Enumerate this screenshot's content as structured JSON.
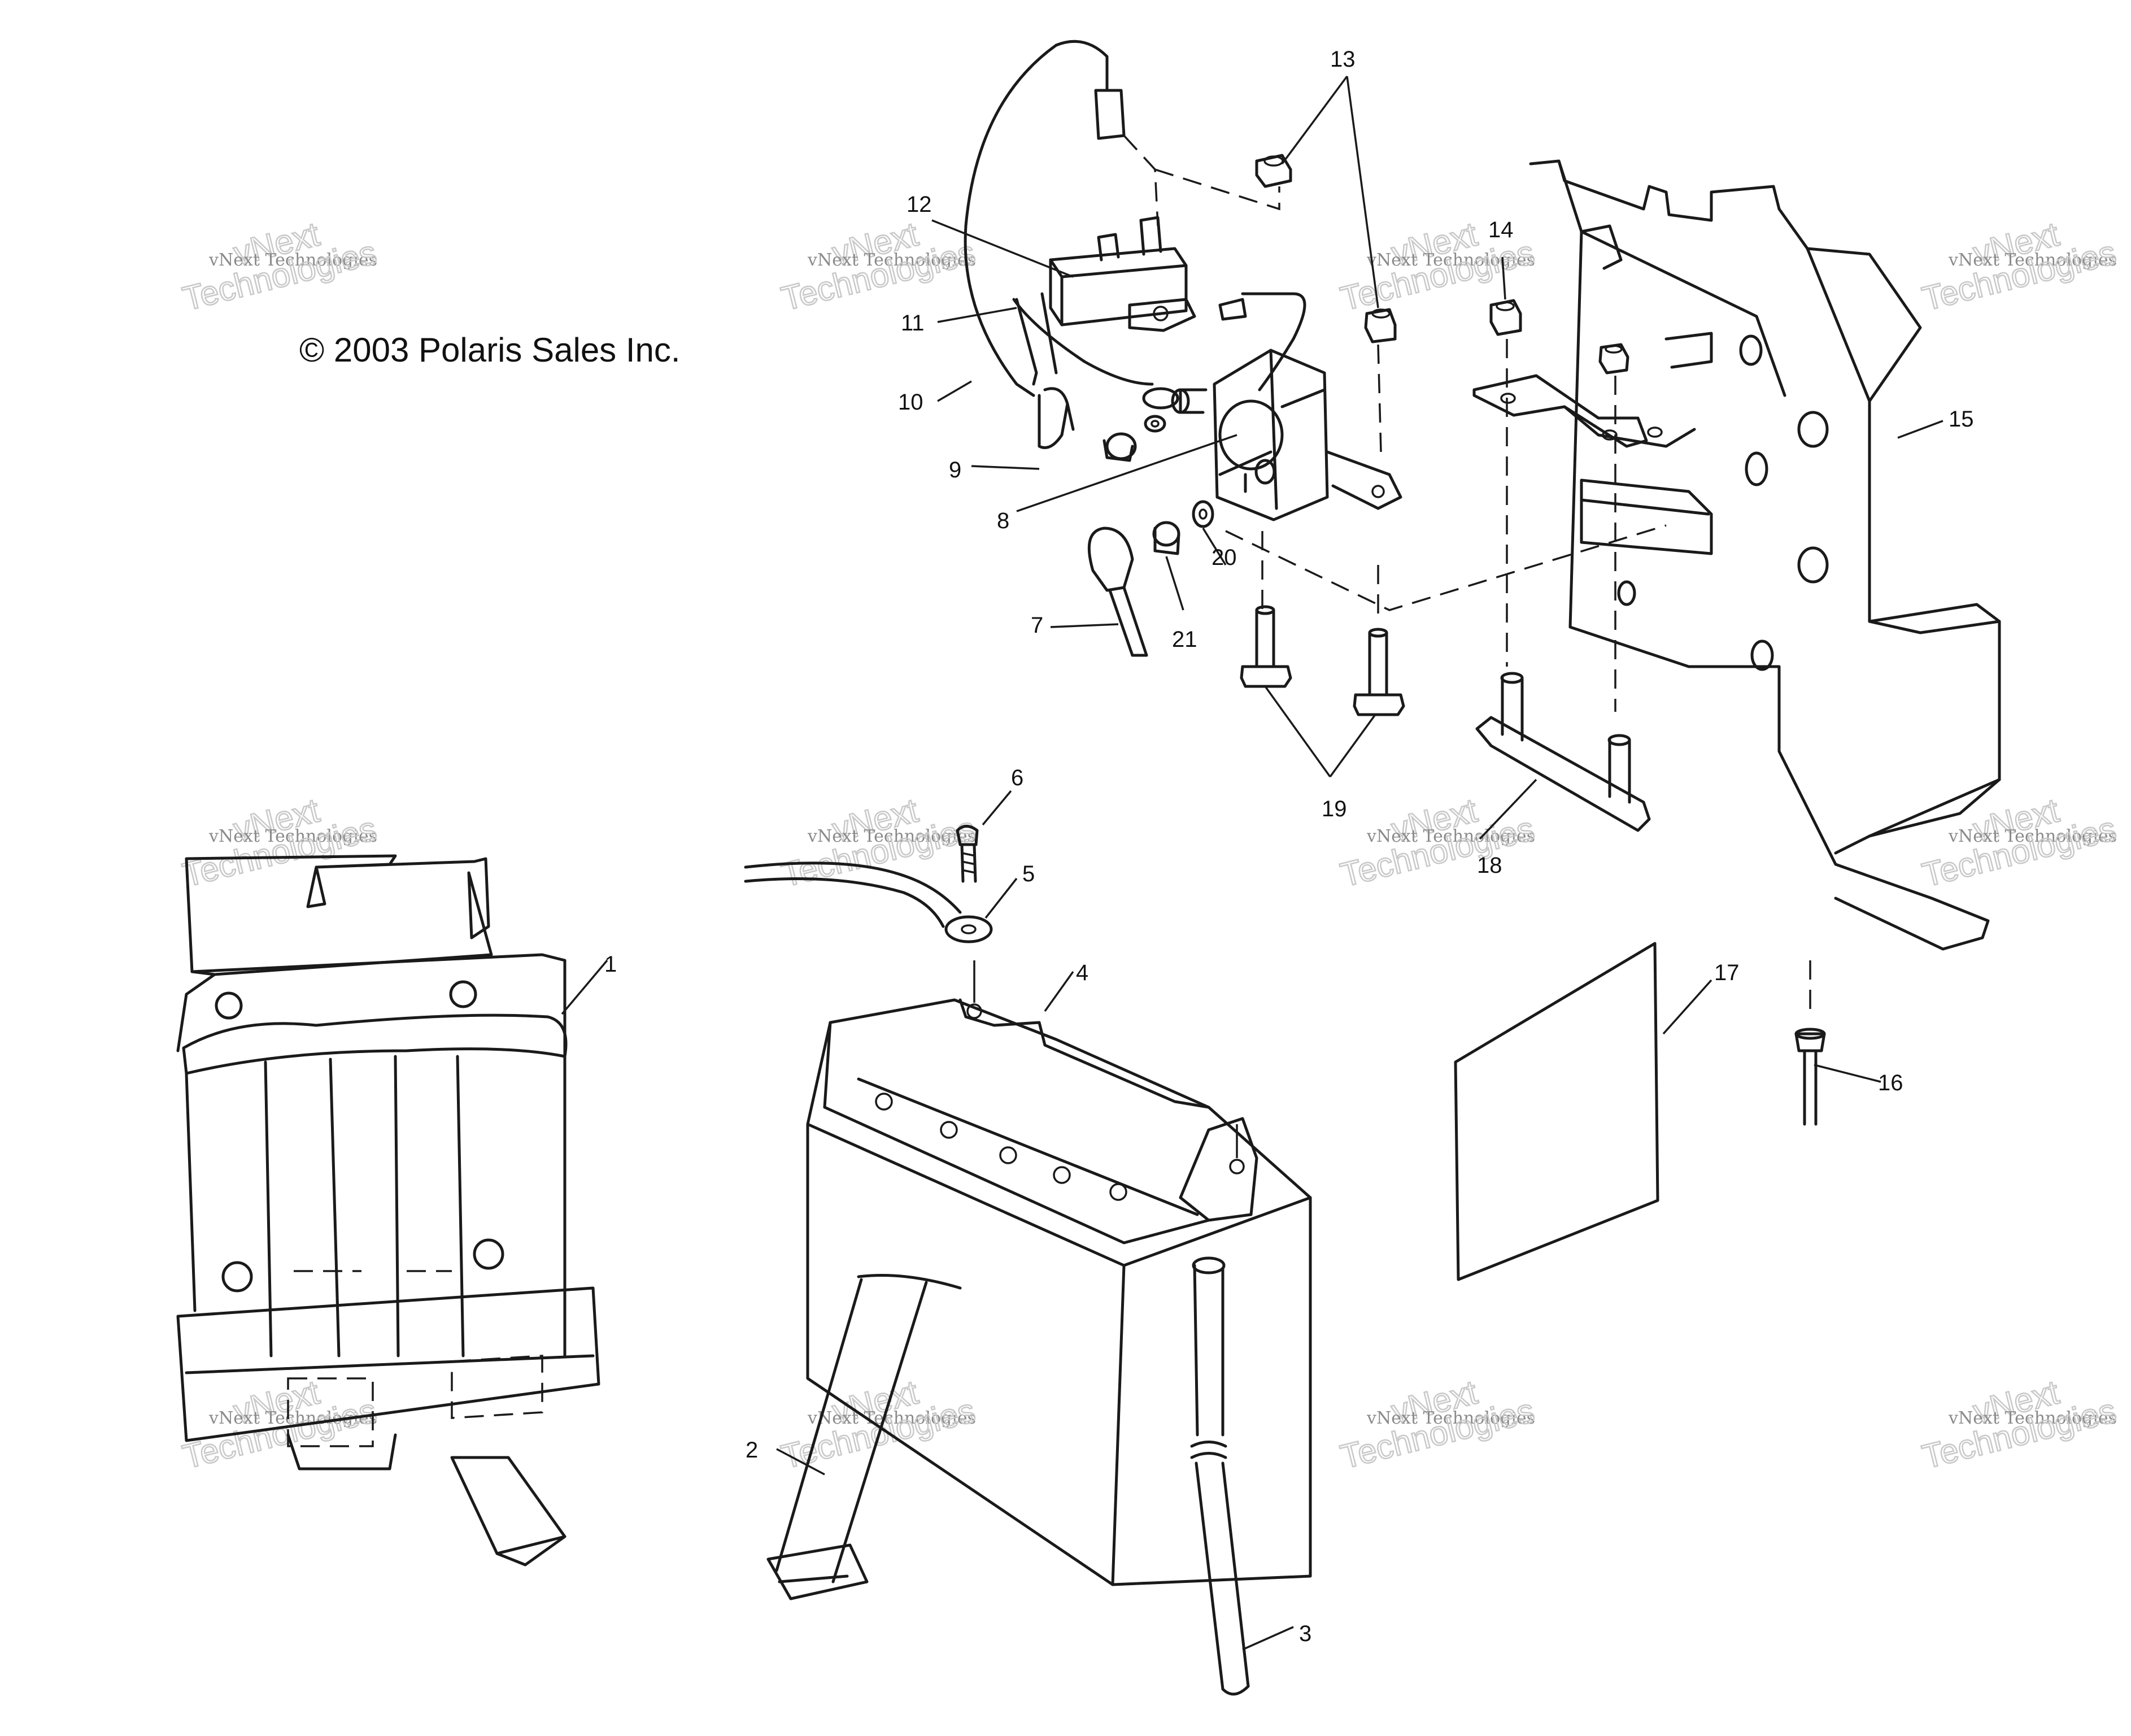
{
  "copyright": "© 2003 Polaris Sales Inc.",
  "watermark": {
    "line1": "vNext",
    "line2": "vNext Technologies",
    "line3": "Technologies"
  },
  "callouts": {
    "c1": "1",
    "c2": "2",
    "c3": "3",
    "c4": "4",
    "c5": "5",
    "c6": "6",
    "c7": "7",
    "c8": "8",
    "c9": "9",
    "c10": "10",
    "c11": "11",
    "c12": "12",
    "c13": "13",
    "c14": "14",
    "c15": "15",
    "c16": "16",
    "c17": "17",
    "c18": "18",
    "c19": "19",
    "c20": "20",
    "c21": "21"
  }
}
